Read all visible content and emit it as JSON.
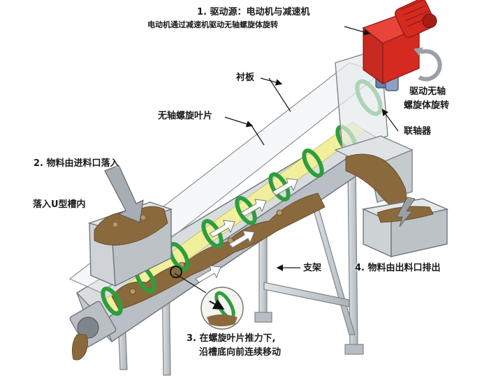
{
  "labels": {
    "drive_title": "1. 驱动源：电动机与减速机",
    "drive_desc": "电动机通过减速机驱动无轴螺旋体旋转",
    "liner": "衬板",
    "shaftless_blade": "无轴螺旋叶片",
    "rotate_line1": "驱动无轴",
    "rotate_line2": "螺旋体旋转",
    "coupling": "联轴器",
    "inlet_title": "2. 物料由进料口落入",
    "u_trough": "落入U型槽内",
    "support": "支架",
    "outlet": "4. 物料由出料口排出",
    "push_line1": "3. 在螺旋叶片推力下,",
    "push_line2": "沿槽底向前连续移动"
  },
  "colors": {
    "motor_red": "#d42a20",
    "blade_green": "#2e9e3c",
    "liner_yellow": "#f2ef9c",
    "material_brown": "#8a6a3c",
    "steel_gray": "#c9ced3"
  }
}
